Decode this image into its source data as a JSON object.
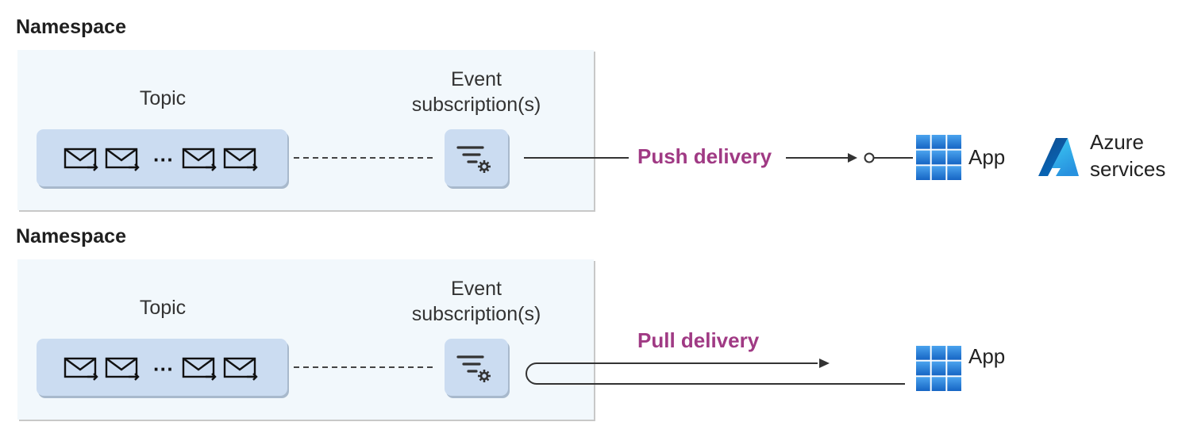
{
  "diagrams": [
    {
      "namespace_label": "Namespace",
      "topic_label": "Topic",
      "subscription_label_line1": "Event",
      "subscription_label_line2": "subscription(s)",
      "delivery_label": "Push delivery",
      "app_label": "App",
      "extra_target_line1": "Azure",
      "extra_target_line2": "services"
    },
    {
      "namespace_label": "Namespace",
      "topic_label": "Topic",
      "subscription_label_line1": "Event",
      "subscription_label_line2": "subscription(s)",
      "delivery_label": "Pull delivery",
      "app_label": "App"
    }
  ],
  "icons": {
    "message": "envelope-arrow-icon",
    "subscription": "filter-gear-icon",
    "app": "app-grid-icon",
    "azure": "azure-logo-icon"
  },
  "colors": {
    "delivery_text": "#a03a84",
    "namespace_bg": "#f2f8fc",
    "box_fill": "#cbdcf1",
    "app_icon": "#1f7ad6"
  }
}
